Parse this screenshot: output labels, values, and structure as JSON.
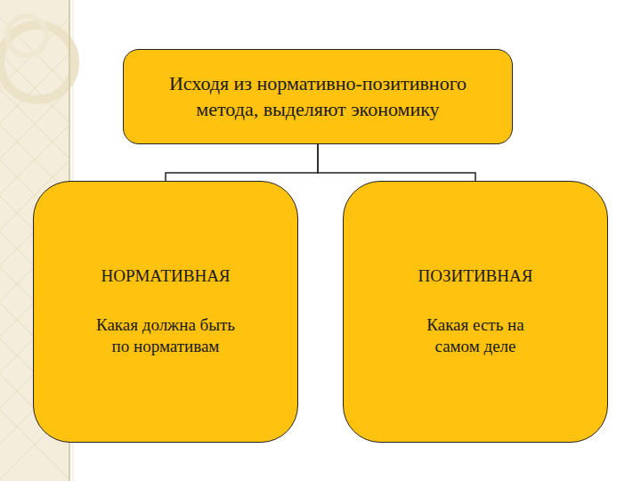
{
  "diagram": {
    "nodes": [
      {
        "text": [
          "Исходя из нормативно-позитивного метода, выделяют экономику"
        ]
      },
      {
        "text": [
          "НОРМАТИВНАЯ",
          "Какая должна быть по нормативам"
        ]
      },
      {
        "text": [
          "ПОЗИТИВНАЯ",
          "Какая есть на самом деле"
        ]
      }
    ],
    "edges": [
      {
        "from": 0,
        "to": 1,
        "arrow": "none"
      },
      {
        "from": 0,
        "to": 2,
        "arrow": "none"
      }
    ]
  }
}
